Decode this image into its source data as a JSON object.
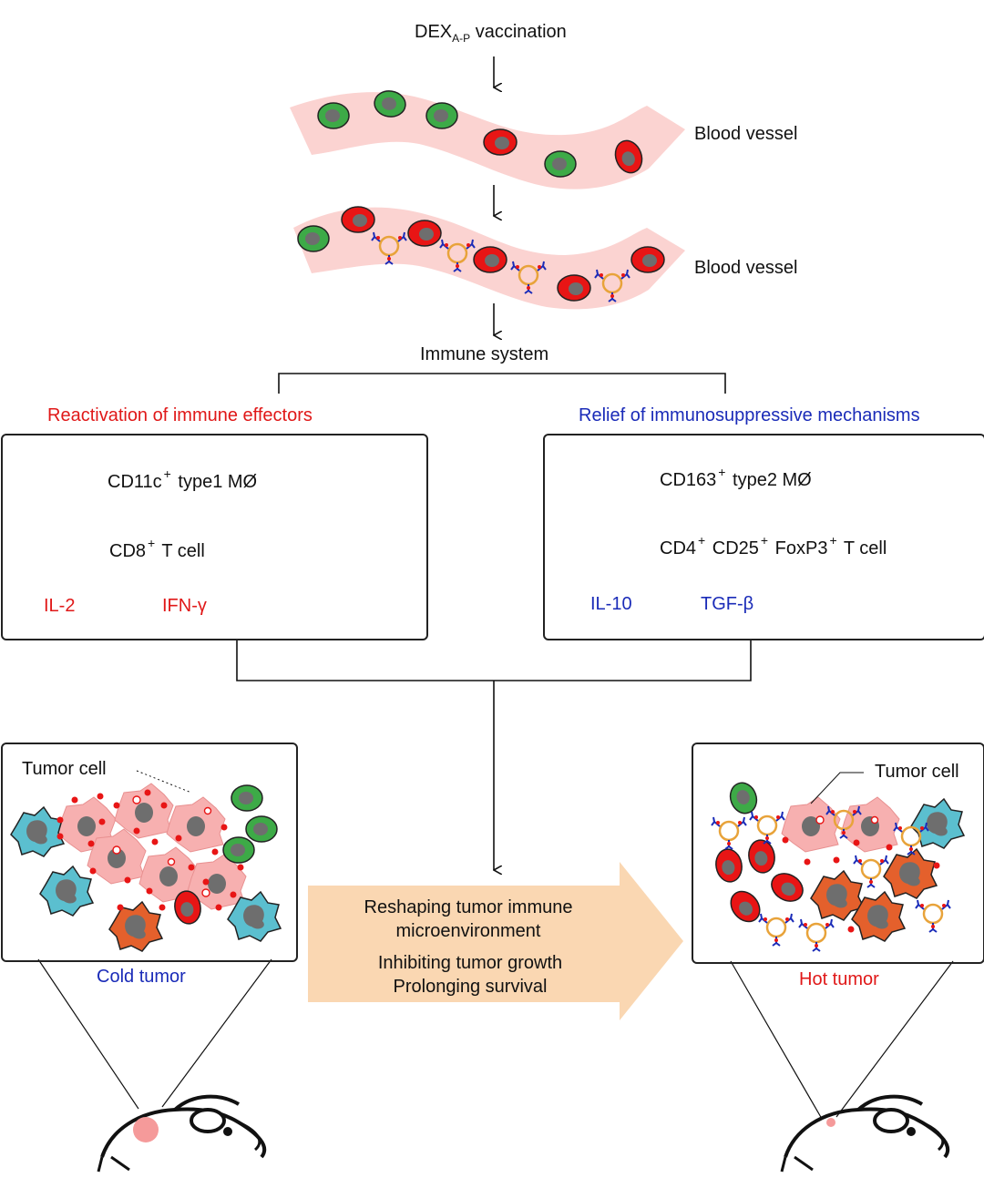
{
  "header": {
    "dex_main": "DEX",
    "dex_sub": "A-P",
    "dex_rest": " vaccination"
  },
  "vessels": {
    "label1": "Blood vessel",
    "label2": "Blood vessel"
  },
  "immune_system": "Immune system",
  "left_panel": {
    "title": "Reactivation of immune effectors",
    "row1_a": "CD11c",
    "row1_sup": "+",
    "row1_b": " type1 MØ",
    "row2_a": "CD8",
    "row2_sup": "+",
    "row2_b": " T cell",
    "il2": "IL-2",
    "ifn": "IFN-γ"
  },
  "right_panel": {
    "title": "Relief of immunosuppressive mechanisms",
    "row1_a": "CD163",
    "row1_sup": "+",
    "row1_b": " type2 MØ",
    "row2_a": "CD4",
    "row2_sup1": "+",
    "row2_b": " CD25",
    "row2_sup2": "+",
    "row2_c": " FoxP3",
    "row2_sup3": "+",
    "row2_d": " T cell",
    "il10": "IL-10",
    "tgf": "TGF-β"
  },
  "cold": {
    "tumor_cell": "Tumor cell",
    "label": "Cold tumor"
  },
  "hot": {
    "tumor_cell": "Tumor cell",
    "label": "Hot tumor"
  },
  "center_arrow": {
    "line1": "Reshaping tumor immune",
    "line2": "microenvironment",
    "line3": "Inhibiting tumor growth",
    "line4": "Prolonging survival"
  },
  "colors": {
    "red_text": "#e01818",
    "blue_text": "#1a2bb8",
    "vessel": "#fbd3d1",
    "green_cell": "#3daa47",
    "red_cell": "#e81515",
    "m1_macrophage": "#e4602c",
    "m2_macrophage": "#5bbfcf",
    "arrow_fill": "#fad7b2"
  }
}
